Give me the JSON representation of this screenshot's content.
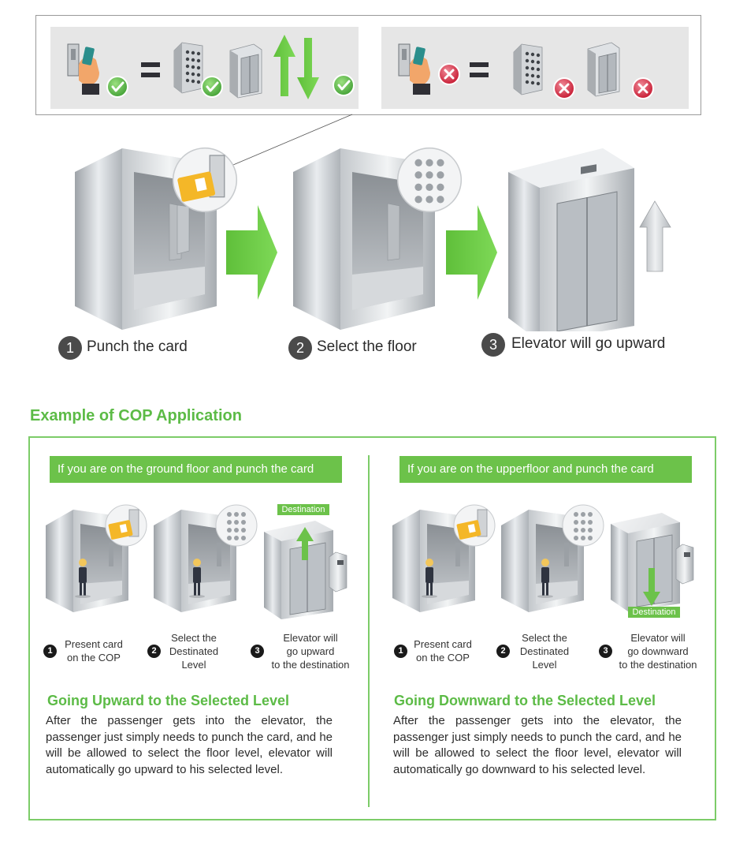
{
  "colors": {
    "accent_green": "#6cc24a",
    "heading_green": "#5cbb46",
    "box_border": "#7ccc68",
    "step_circle": "#4a4a4a",
    "ok": "#4cb848",
    "deny": "#d9253c"
  },
  "legend": {
    "left_panel": {
      "icons": [
        "card-hand-icon",
        "check-icon",
        "equals-icon",
        "keypad-icon",
        "check-icon",
        "elevator-icon",
        "up-down-arrows-icon",
        "check-icon"
      ]
    },
    "right_panel": {
      "icons": [
        "card-hand-icon",
        "cross-icon",
        "equals-icon",
        "keypad-icon",
        "cross-icon",
        "elevator-icon",
        "cross-icon"
      ]
    }
  },
  "steps": [
    {
      "number": "1",
      "label": "Punch the card"
    },
    {
      "number": "2",
      "label": "Select the floor"
    },
    {
      "number": "3",
      "label": "Elevator will go upward"
    }
  ],
  "section": {
    "heading": "Example of COP Application",
    "left": {
      "banner": "If you are on the ground floor and punch the card",
      "destination_label": "Destination",
      "mini_steps": [
        {
          "number": "1",
          "text": "Present card\non the COP"
        },
        {
          "number": "2",
          "text": "Select the\nDestinated\nLevel"
        },
        {
          "number": "3",
          "text": "Elevator will\ngo upward\nto the destination"
        }
      ],
      "heading": "Going Upward to the Selected Level",
      "paragraph": "After the passenger gets into the elevator, the passenger just simply needs to punch the card, and he will be allowed to select the floor level, elevator will automatically go upward to his selected level."
    },
    "right": {
      "banner": "If you are on the upperfloor and punch the card",
      "destination_label": "Destination",
      "mini_steps": [
        {
          "number": "1",
          "text": "Present card\non the COP"
        },
        {
          "number": "2",
          "text": "Select the\nDestinated\nLevel"
        },
        {
          "number": "3",
          "text": "Elevator will\ngo downward\nto the destination"
        }
      ],
      "heading": "Going Downward to the Selected Level",
      "paragraph": "After the passenger gets into the elevator, the passenger just simply needs to punch the card, and he will be allowed to select the floor level, elevator will automatically go downward to his selected level."
    }
  }
}
